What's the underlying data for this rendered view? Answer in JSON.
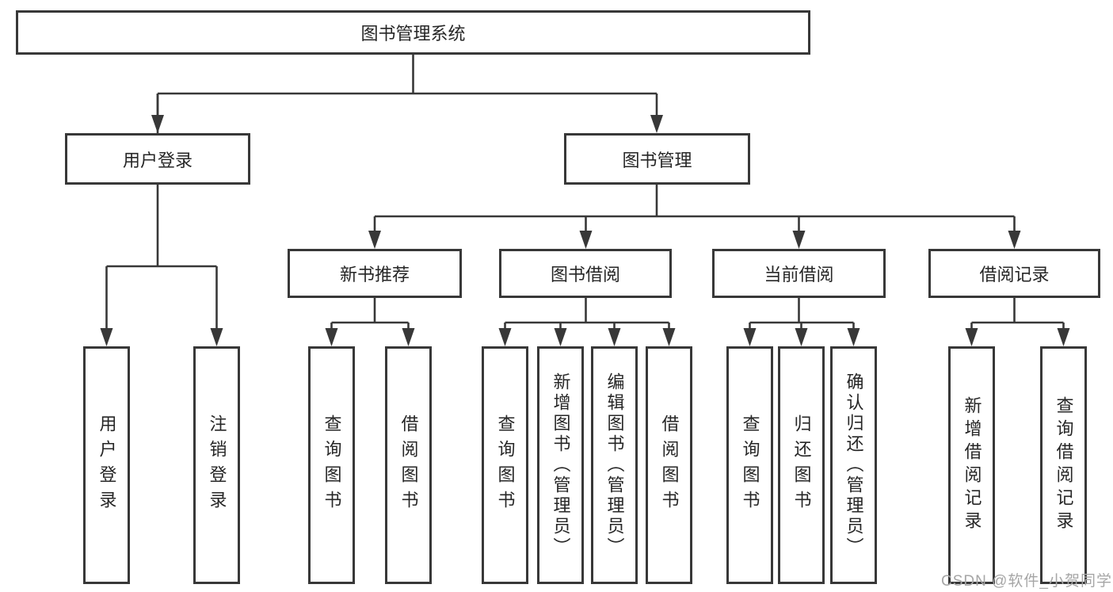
{
  "diagram": {
    "colors": {
      "line": "#383838",
      "text": "#262626",
      "box_background": "#ffffff",
      "watermark": "#a6a6a6",
      "background": "#ffffff"
    },
    "root": {
      "label": "图书管理系统"
    },
    "level2": {
      "user_login": {
        "label": "用户登录"
      },
      "book_mgmt": {
        "label": "图书管理"
      }
    },
    "level3": {
      "new_book": {
        "label": "新书推荐"
      },
      "book_borrow": {
        "label": "图书借阅"
      },
      "current_borrow": {
        "label": "当前借阅"
      },
      "borrow_record": {
        "label": "借阅记录"
      }
    },
    "leaves": {
      "user_login": [
        "用户登录",
        "注销登录"
      ],
      "new_book": [
        "查询图书",
        "借阅图书"
      ],
      "book_borrow": [
        "查询图书",
        "新增图书（管理员）",
        "编辑图书（管理员）",
        "借阅图书"
      ],
      "current_borrow": [
        "查询图书",
        "归还图书",
        "确认归还（管理员）"
      ],
      "borrow_record": [
        "新增借阅记录",
        "查询借阅记录"
      ]
    },
    "watermark": "CSDN @软件_小贺同学"
  }
}
